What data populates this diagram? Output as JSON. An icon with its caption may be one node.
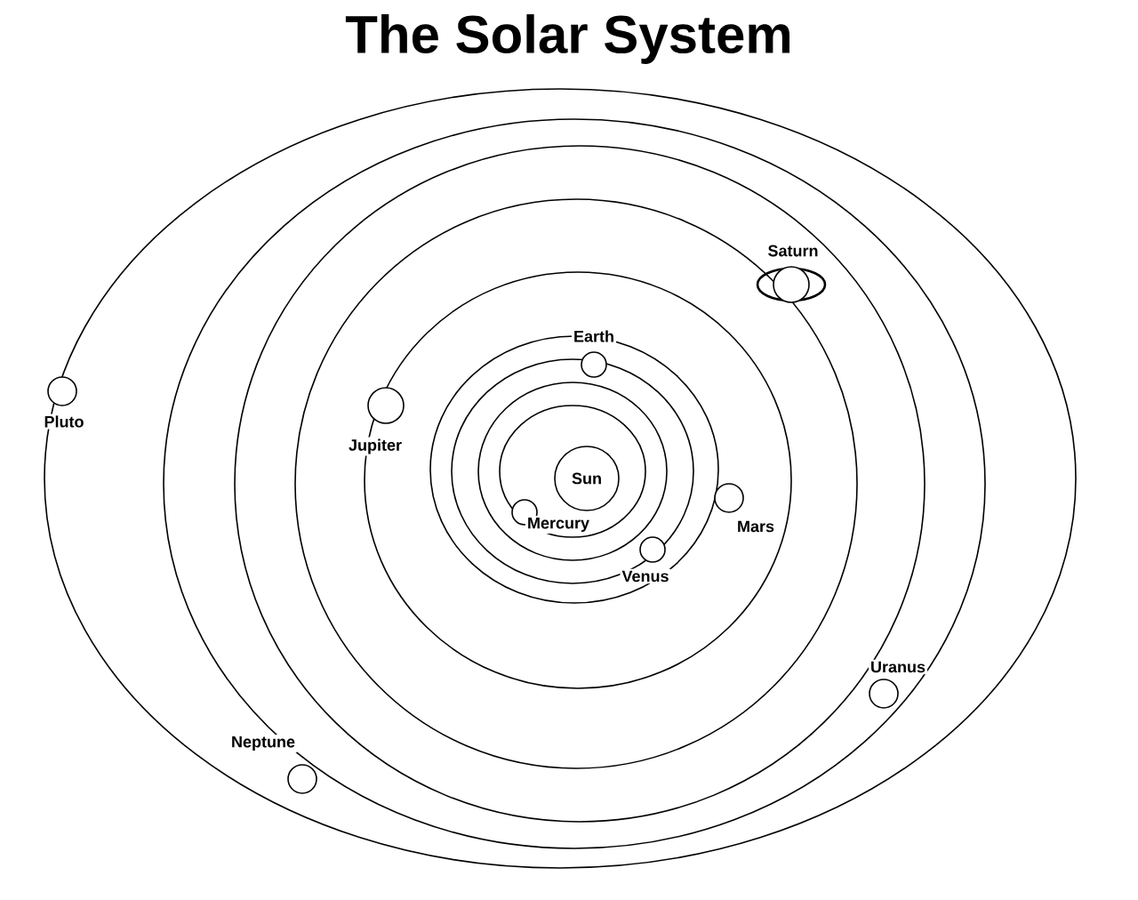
{
  "diagram": {
    "title": "The Solar System",
    "nodes": [
      {
        "text": [],
        "shape": "circle",
        "beside": [
          "Saturn"
        ]
      },
      {
        "text": [],
        "shape": "circle",
        "beside": [
          "Earth"
        ]
      },
      {
        "text": [],
        "shape": "circle",
        "beside": [
          "Pluto"
        ]
      },
      {
        "text": [],
        "shape": "circle",
        "beside": [
          "Jupiter"
        ]
      },
      {
        "text": [
          "Sun"
        ]
      },
      {
        "text": [],
        "shape": "circle",
        "beside": [
          "Mars"
        ]
      },
      {
        "text": [],
        "shape": "circle",
        "beside": [
          "Mercury"
        ]
      },
      {
        "text": [],
        "shape": "circle",
        "beside": [
          "Venus"
        ]
      },
      {
        "text": [],
        "shape": "circle",
        "beside": [
          "Uranus"
        ]
      },
      {
        "text": [],
        "shape": "circle",
        "beside": [
          "Neptune"
        ]
      }
    ]
  }
}
